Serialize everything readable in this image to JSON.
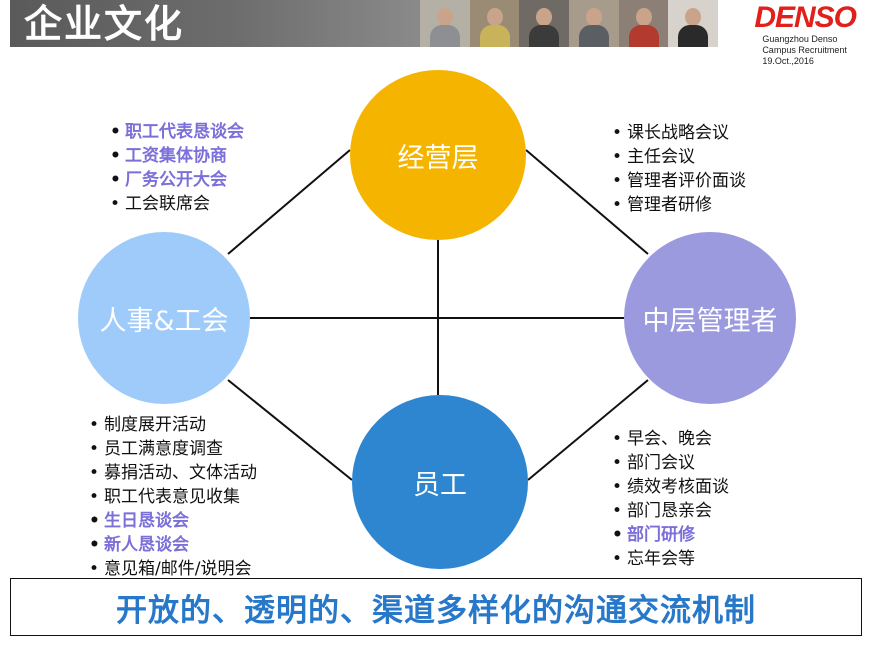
{
  "header": {
    "title": "企业文化",
    "brand": {
      "logo_text": "DENSO",
      "lines": [
        "Guangzhou Denso",
        "Campus Recruitment",
        "19.Oct.,2016"
      ]
    },
    "photos": [
      {
        "name": "photo-worker-1",
        "bg": "#b5b0a6",
        "shirt": "#8d8f93"
      },
      {
        "name": "photo-worker-2",
        "bg": "#9a8b74",
        "shirt": "#c8b35a"
      },
      {
        "name": "photo-worker-3",
        "bg": "#6f6a64",
        "shirt": "#3b3b3b"
      },
      {
        "name": "photo-worker-4",
        "bg": "#a79c8c",
        "shirt": "#5b5e63"
      },
      {
        "name": "photo-worker-5",
        "bg": "#8c8076",
        "shirt": "#b33a2e"
      },
      {
        "name": "photo-worker-6",
        "bg": "#d7d2cb",
        "shirt": "#2a2a2a"
      }
    ]
  },
  "diagram": {
    "nodes": {
      "management": {
        "label": "经营层",
        "color": "#f5b400"
      },
      "hr_union": {
        "label": "人事&工会",
        "color": "#9ecbfa"
      },
      "middle_managers": {
        "label": "中层管理者",
        "color": "#9b9adf"
      },
      "employees": {
        "label": "员工",
        "color": "#2d86cf"
      }
    },
    "lists": {
      "top_left": [
        {
          "text": "职工代表恳谈会",
          "highlight": true
        },
        {
          "text": "工资集体协商",
          "highlight": true
        },
        {
          "text": "厂务公开大会",
          "highlight": true
        },
        {
          "text": "工会联席会",
          "highlight": false
        }
      ],
      "top_right": [
        {
          "text": "课长战略会议",
          "highlight": false
        },
        {
          "text": "主任会议",
          "highlight": false
        },
        {
          "text": "管理者评价面谈",
          "highlight": false
        },
        {
          "text": "管理者研修",
          "highlight": false
        }
      ],
      "bottom_left": [
        {
          "text": "制度展开活动",
          "highlight": false
        },
        {
          "text": "员工满意度调查",
          "highlight": false
        },
        {
          "text": "募捐活动、文体活动",
          "highlight": false
        },
        {
          "text": "职工代表意见收集",
          "highlight": false
        },
        {
          "text": "生日恳谈会",
          "highlight": true
        },
        {
          "text": "新人恳谈会",
          "highlight": true
        },
        {
          "text": "意见箱/邮件/说明会",
          "highlight": false
        }
      ],
      "bottom_right": [
        {
          "text": "早会、晚会",
          "highlight": false
        },
        {
          "text": "部门会议",
          "highlight": false
        },
        {
          "text": "绩效考核面谈",
          "highlight": false
        },
        {
          "text": "部门恳亲会",
          "highlight": false
        },
        {
          "text": "部门研修",
          "highlight": true
        },
        {
          "text": "忘年会等",
          "highlight": false
        }
      ]
    },
    "highlight_color": "#7b6fd9"
  },
  "footer": {
    "slogan": "开放的、透明的、渠道多样化的沟通交流机制",
    "slogan_color": "#2878c9"
  }
}
